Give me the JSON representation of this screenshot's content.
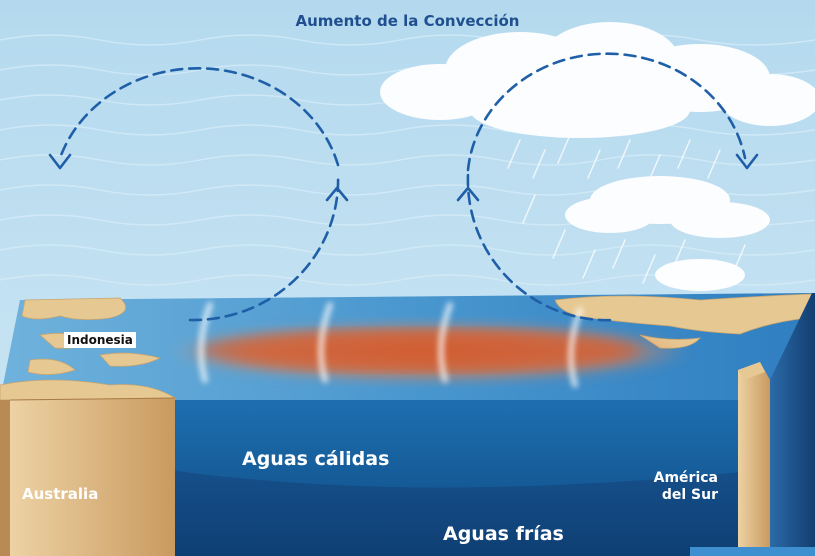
{
  "labels": {
    "title": "Aumento de la Convección",
    "indonesia": "Indonesia",
    "warm_water": "Aguas cálidas",
    "cold_water": "Aguas frías",
    "australia": "Australia",
    "south_america_line1": "América",
    "south_america_line2": "del Sur"
  },
  "colors": {
    "sky": "#bfe0f1",
    "arrow": "#1f5fa8",
    "title": "#1f4f8f",
    "warm_pool": "#d9622e",
    "ocean_surface": "#3f8fc9",
    "ocean_deep": "#0f4e88",
    "land": "#e2c08e"
  },
  "icons": {
    "cloud": "cloud-icon",
    "rain": "rain-icon",
    "circulation_arrow": "dashed-arrow-icon"
  }
}
